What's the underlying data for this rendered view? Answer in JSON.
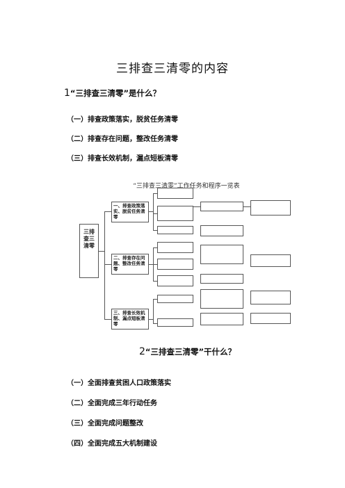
{
  "title": "三排查三清零的内容",
  "section1": {
    "number": "1",
    "question": "“三排查三清零”是什么？",
    "items": [
      "（一）排查政策落实，脱贫任务清零",
      "（二）排查存在问题，整改任务清零",
      "（三）排查长效机制，漏点短板清零"
    ]
  },
  "diagram": {
    "title": "“三排查三清零”工作任务和程序一览表",
    "root": "三排查三清零",
    "branches": [
      "一、排查政策落实、脱贫任务清零",
      "二、排查存在问题、整改任务清零",
      "三、排查长效机制、漏点短板清零"
    ]
  },
  "section2": {
    "number": "2",
    "question": "“三排查三清零”干什么？",
    "items": [
      "（一）全面排查贫困人口政策落实",
      "（二）全面完成三年行动任务",
      "（三）全面完成问题整改",
      "（四）全面完成五大机制建设"
    ]
  }
}
